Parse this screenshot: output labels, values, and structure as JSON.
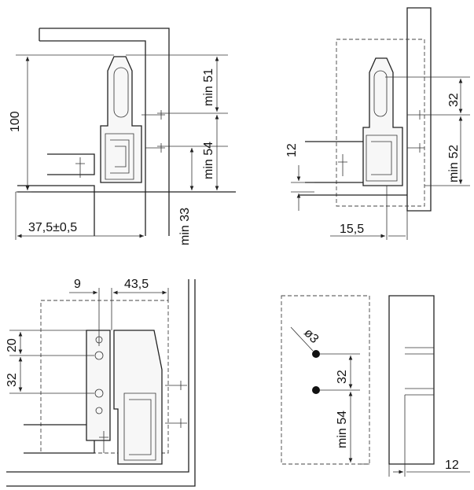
{
  "views": {
    "side_left": {
      "height": "100",
      "min_top": "min 51",
      "min_mid": "min 54",
      "min_bottom": "min 33",
      "offset": "37,5±0,5"
    },
    "side_right": {
      "gap_a": "32",
      "gap_b": "min 52",
      "rail": "12",
      "offset": "15,5"
    },
    "front": {
      "dim_a": "9",
      "dim_b": "43,5",
      "dim_c": "20",
      "dim_d": "32"
    },
    "drill": {
      "diameter": "ø3",
      "spacing": "32",
      "min_bottom": "min 54",
      "edge": "12"
    }
  }
}
